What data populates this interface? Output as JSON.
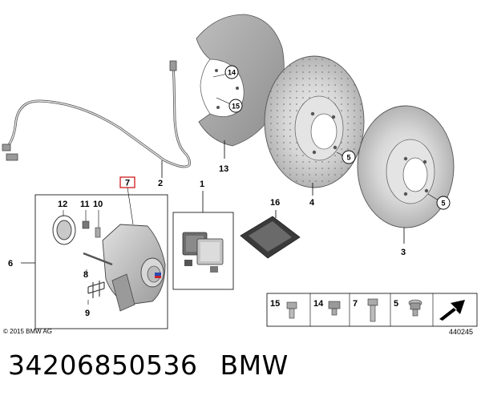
{
  "diagram": {
    "copyright": "© 2015 BMW AG",
    "diagram_number": "440245",
    "labels": {
      "l1": "1",
      "l2": "2",
      "l3": "3",
      "l4": "4",
      "l6": "6",
      "l7": "7",
      "l8": "8",
      "l9": "9",
      "l10": "10",
      "l11": "11",
      "l12": "12",
      "l13": "13",
      "l16": "16"
    },
    "circled": {
      "c14": "14",
      "c15": "15",
      "c5a": "5",
      "c5b": "5"
    },
    "hardware": {
      "h15": "15",
      "h14": "14",
      "h7": "7",
      "h5": "5"
    }
  },
  "caption": {
    "part_number": "34206850536",
    "brand": "BMW"
  }
}
